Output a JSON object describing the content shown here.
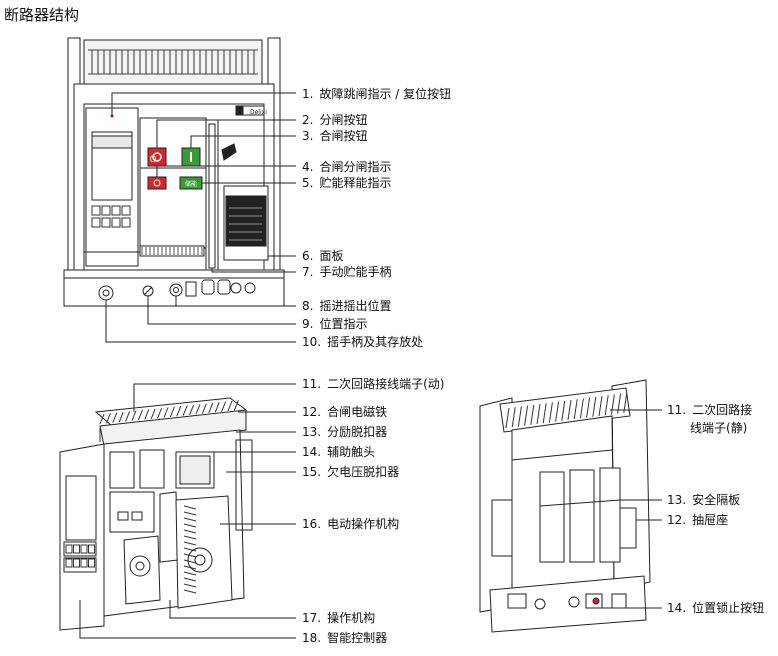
{
  "title": "断路器结构",
  "labels_top": [
    {
      "num": "1.",
      "text": "故障跳闸指示 / 复位按钮"
    },
    {
      "num": "2.",
      "text": "分闸按钮"
    },
    {
      "num": "3.",
      "text": "合闸按钮"
    },
    {
      "num": "4.",
      "text": "合闸分闸指示"
    },
    {
      "num": "5.",
      "text": "贮能释能指示"
    },
    {
      "num": "6.",
      "text": "面板"
    },
    {
      "num": "7.",
      "text": "手动贮能手柄"
    },
    {
      "num": "8.",
      "text": "摇进摇出位置"
    },
    {
      "num": "9.",
      "text": "位置指示"
    },
    {
      "num": "10.",
      "text": "摇手柄及其存放处"
    }
  ],
  "labels_left": [
    {
      "num": "11.",
      "text": "二次回路接线端子(动)"
    },
    {
      "num": "12.",
      "text": "合闸电磁铁"
    },
    {
      "num": "13.",
      "text": "分励脱扣器"
    },
    {
      "num": "14.",
      "text": "辅助触头"
    },
    {
      "num": "15.",
      "text": "欠电压脱扣器"
    },
    {
      "num": "16.",
      "text": "电动操作机构"
    },
    {
      "num": "17.",
      "text": "操作机构"
    },
    {
      "num": "18.",
      "text": "智能控制器"
    }
  ],
  "labels_right": [
    {
      "num": "11.",
      "text": "二次回路接",
      "text2": "线端子(静)"
    },
    {
      "num": "13.",
      "text": "安全隔板"
    },
    {
      "num": "12.",
      "text": "抽屉座"
    },
    {
      "num": "14.",
      "text": "位置锁止按钮"
    }
  ],
  "device_text": {
    "button_open": "O",
    "button_close": "I",
    "brand": "Delixi",
    "charged": "储能"
  },
  "colors": {
    "open_button": "#d9252a",
    "close_button": "#3a9a3a",
    "line": "#222222"
  }
}
